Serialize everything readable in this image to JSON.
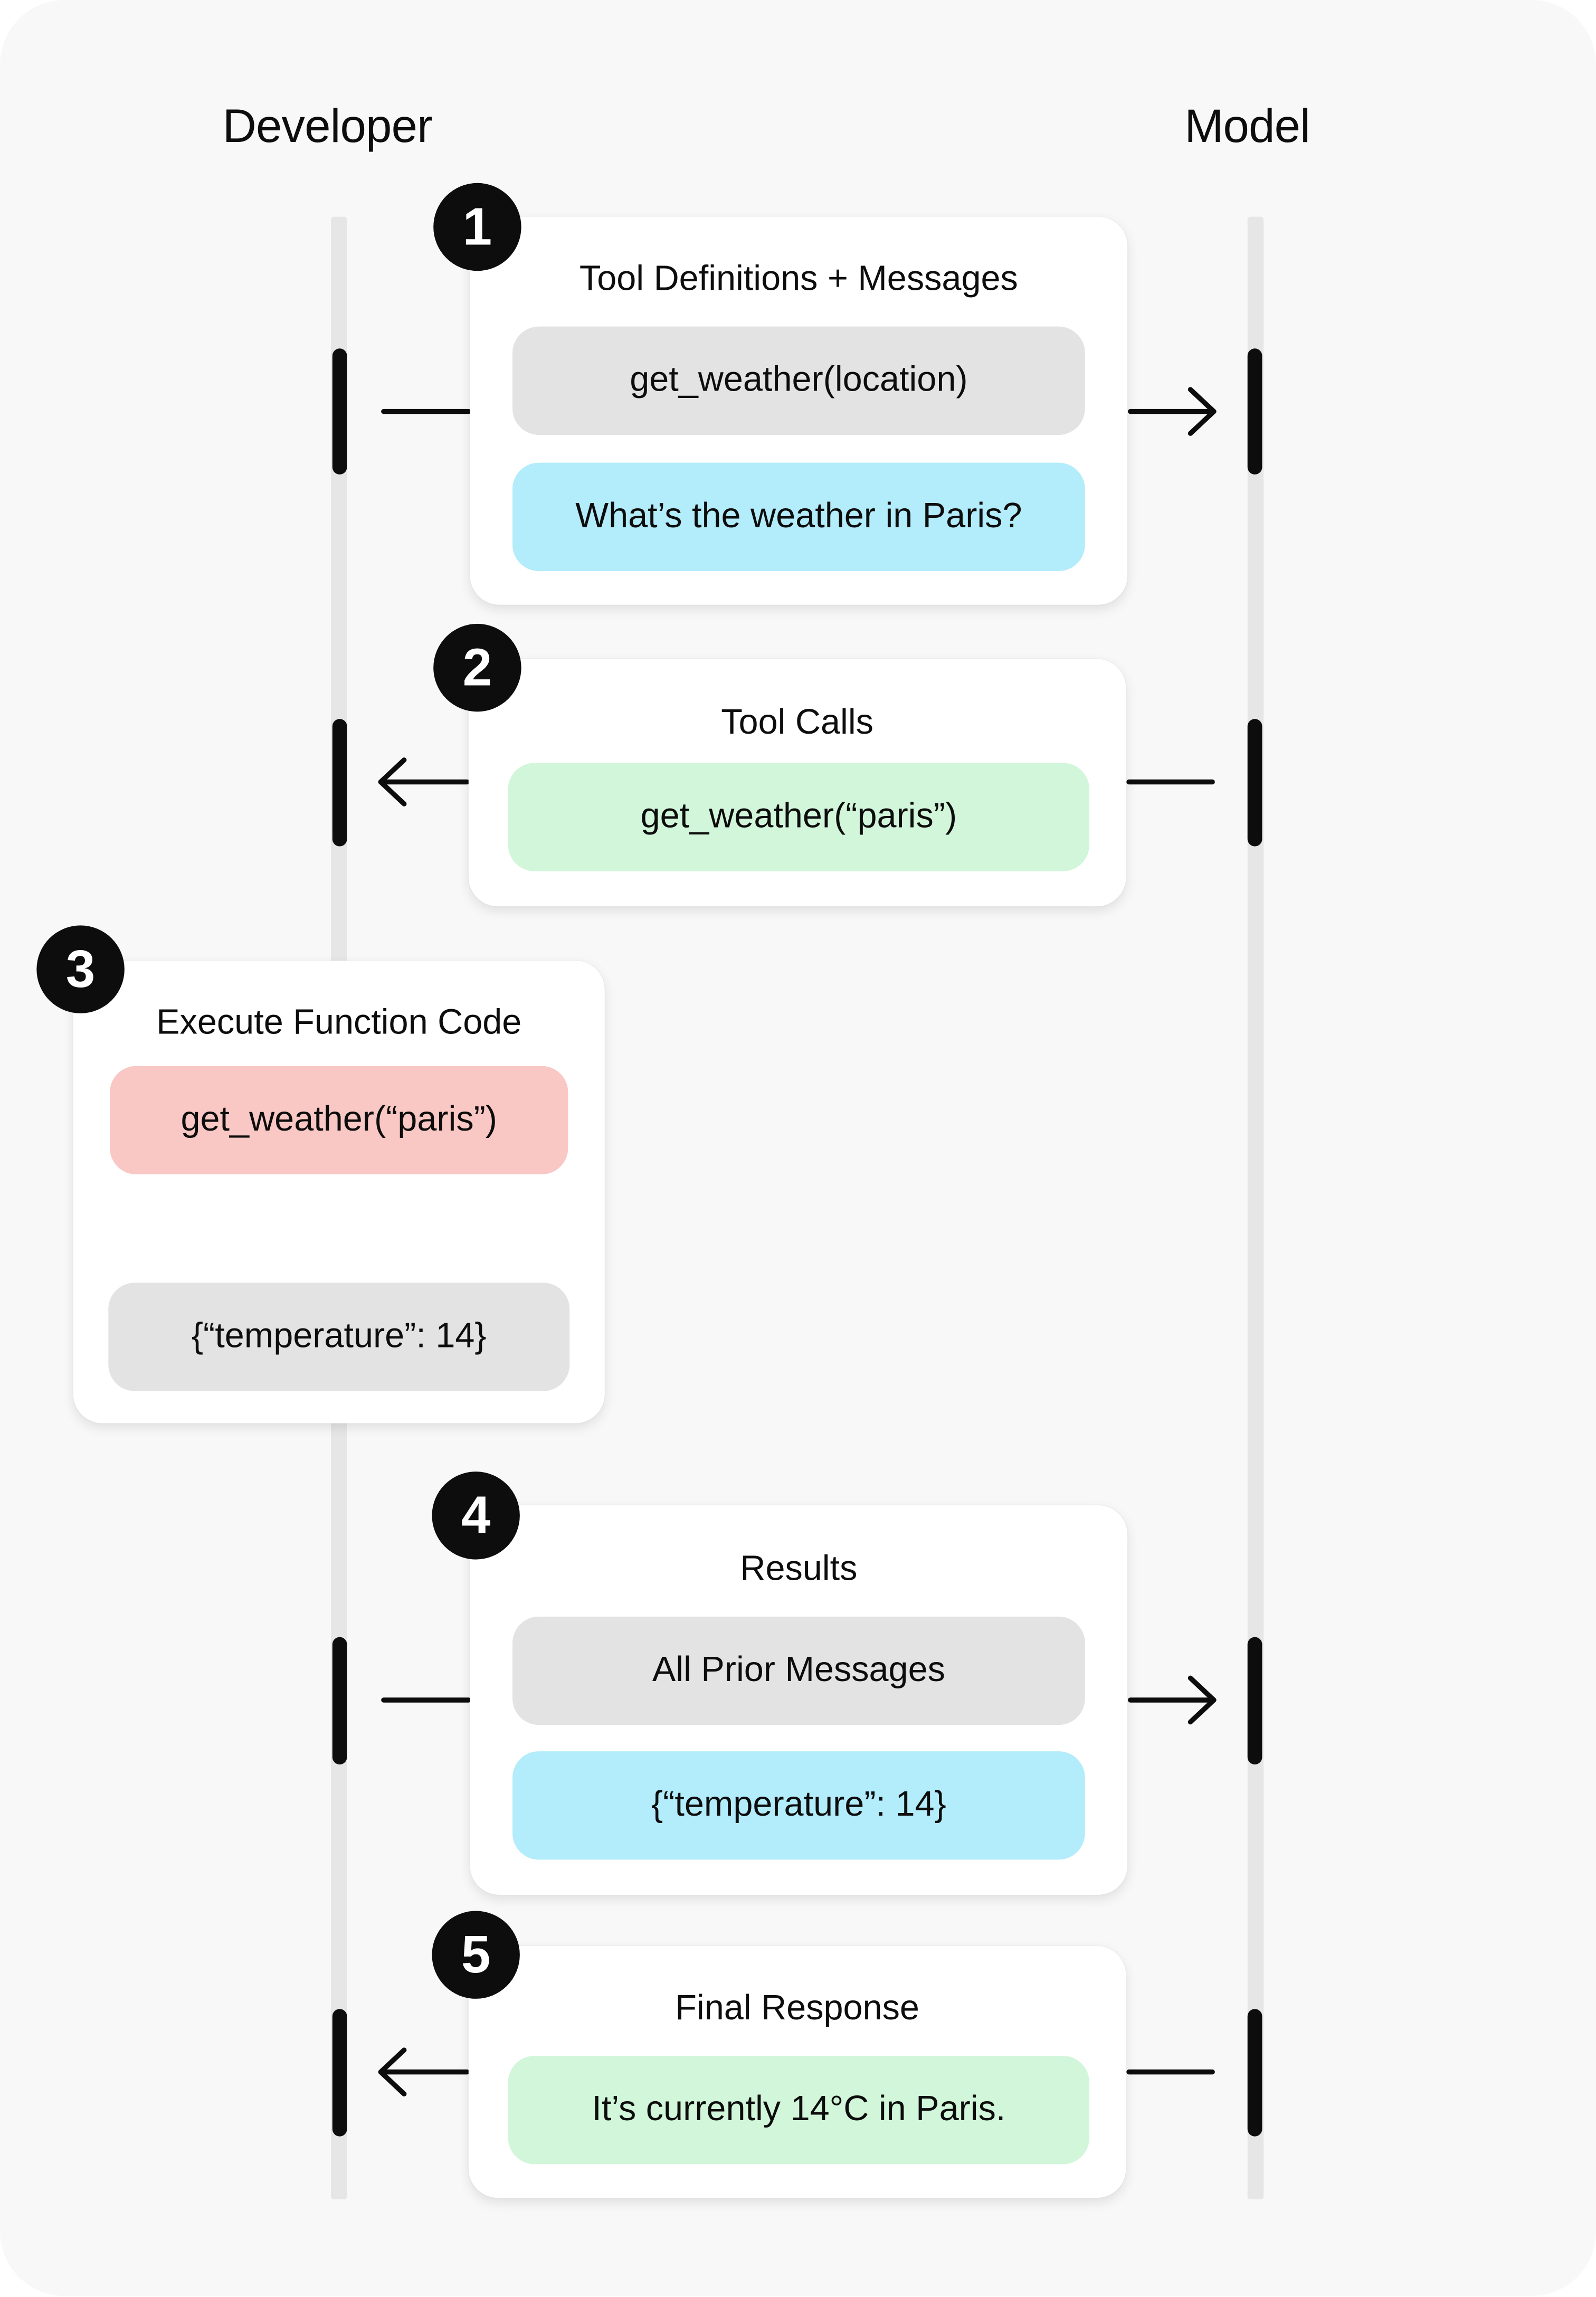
{
  "columns": {
    "developer": "Developer",
    "model": "Model"
  },
  "colors": {
    "background": "#f8f8f8",
    "card": "#ffffff",
    "badge": "#0d0d0d",
    "pill_gray": "#e3e3e3",
    "pill_blue": "#b3ecfa",
    "pill_green": "#d2f6da",
    "pill_red": "#f9c8c4",
    "lane": "#e6e6e6",
    "ink": "#0d0d0d"
  },
  "steps": [
    {
      "number": "1",
      "title": "Tool Definitions + Messages",
      "items": [
        {
          "text": "get_weather(location)",
          "color": "gray"
        },
        {
          "text": "What’s the weather in Paris?",
          "color": "blue"
        }
      ],
      "direction": "to-model"
    },
    {
      "number": "2",
      "title": "Tool Calls",
      "items": [
        {
          "text": "get_weather(“paris”)",
          "color": "green"
        }
      ],
      "direction": "to-developer"
    },
    {
      "number": "3",
      "title": "Execute Function Code",
      "items": [
        {
          "text": "get_weather(“paris”)",
          "color": "red"
        },
        {
          "text": "{“temperature”: 14}",
          "color": "gray"
        }
      ],
      "direction": "local"
    },
    {
      "number": "4",
      "title": "Results",
      "items": [
        {
          "text": "All Prior Messages",
          "color": "gray"
        },
        {
          "text": "{“temperature”: 14}",
          "color": "blue"
        }
      ],
      "direction": "to-model"
    },
    {
      "number": "5",
      "title": "Final Response",
      "items": [
        {
          "text": "It’s currently 14°C in Paris.",
          "color": "green"
        }
      ],
      "direction": "to-developer"
    }
  ]
}
